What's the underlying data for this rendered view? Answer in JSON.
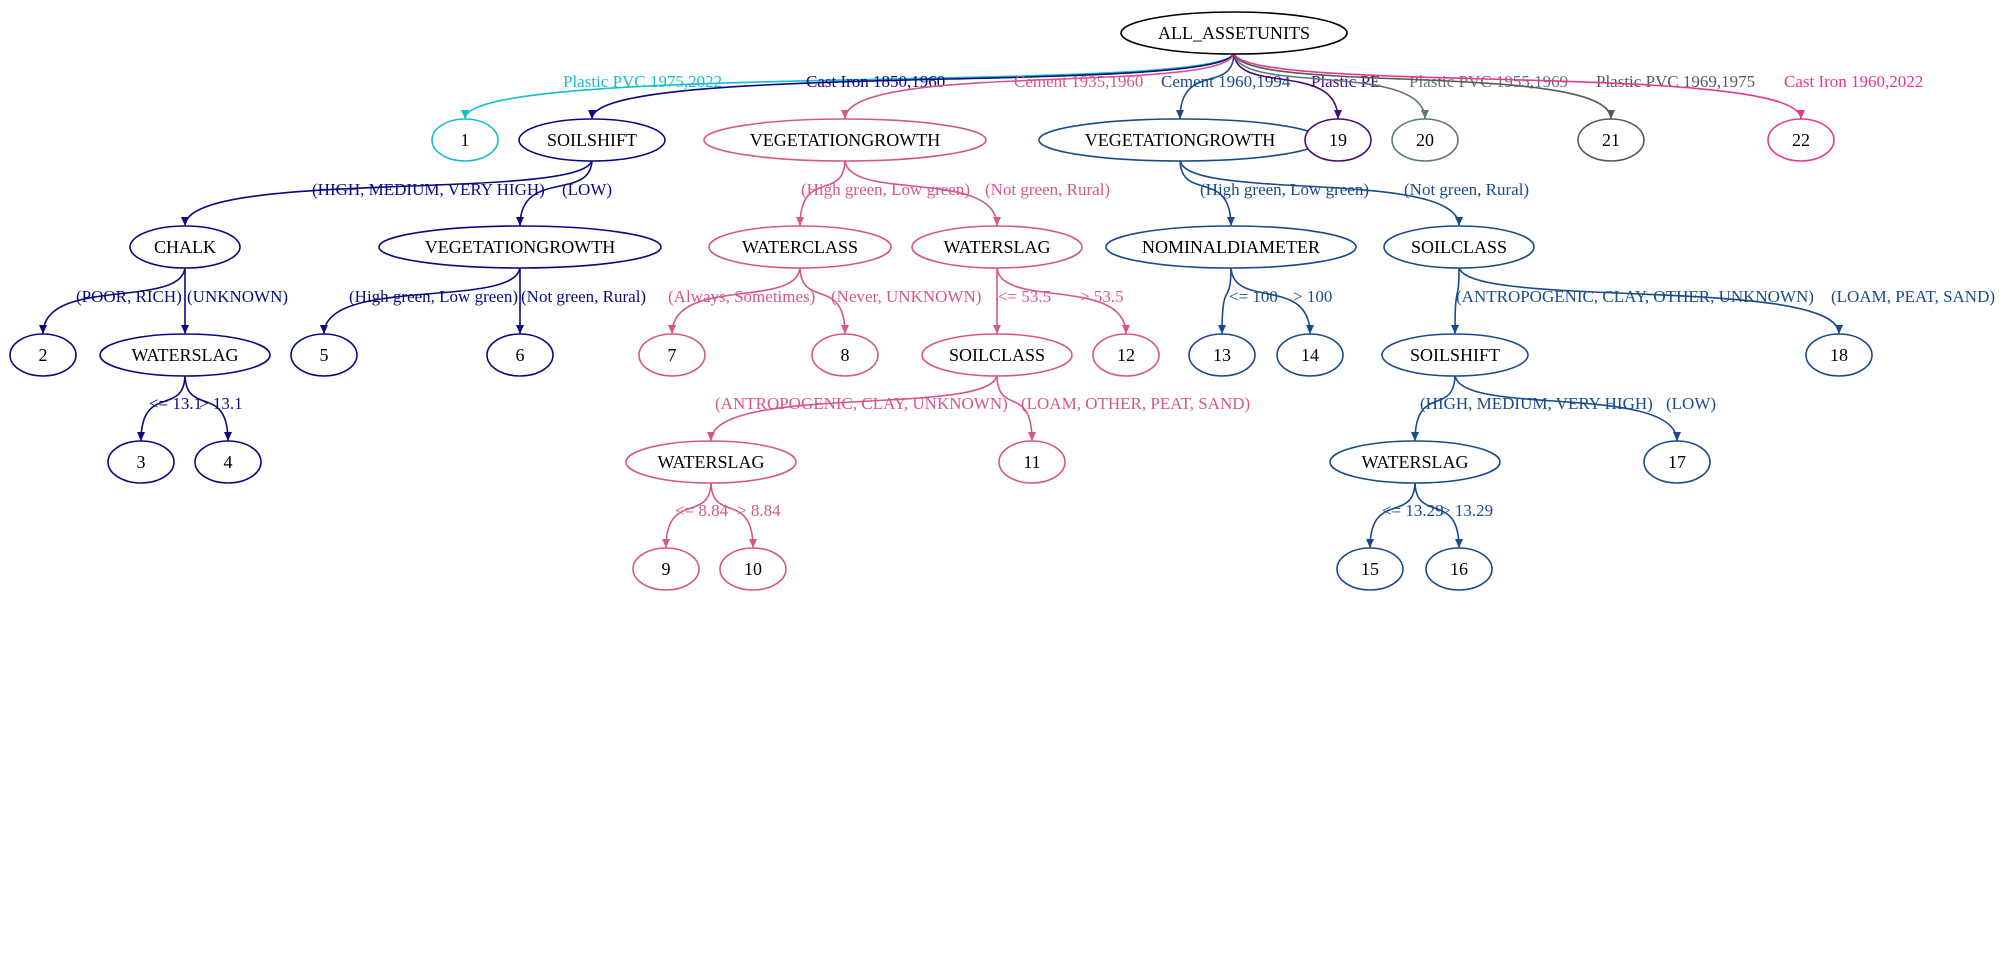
{
  "colors": {
    "cyan": "#17becf",
    "navy": "#0a0a80",
    "pink": "#d6568a",
    "steel": "#1a4a8a",
    "purple": "#4b0a7a",
    "slate": "#5e7680",
    "grey": "#595959",
    "magenta": "#e8388a",
    "node_text": "#000000"
  },
  "tree": {
    "nodes": [
      {
        "id": "root",
        "label": "ALL_ASSETUNITS",
        "color": "#000000"
      },
      {
        "id": "n1",
        "label": "1",
        "color": "#17becf"
      },
      {
        "id": "soilshift_a",
        "label": "SOILSHIFT",
        "color": "#0a0a80"
      },
      {
        "id": "veg_b",
        "label": "VEGETATIONGROWTH",
        "color": "#d6568a"
      },
      {
        "id": "veg_c",
        "label": "VEGETATIONGROWTH",
        "color": "#1a4a8a"
      },
      {
        "id": "n19",
        "label": "19",
        "color": "#4b0a7a"
      },
      {
        "id": "n20",
        "label": "20",
        "color": "#5e7680"
      },
      {
        "id": "n21",
        "label": "21",
        "color": "#595959"
      },
      {
        "id": "n22",
        "label": "22",
        "color": "#e8388a"
      },
      {
        "id": "chalk",
        "label": "CHALK",
        "color": "#0a0a80"
      },
      {
        "id": "veg_a2",
        "label": "VEGETATIONGROWTH",
        "color": "#0a0a80"
      },
      {
        "id": "n2",
        "label": "2",
        "color": "#0a0a80"
      },
      {
        "id": "waterslag_a",
        "label": "WATERSLAG",
        "color": "#0a0a80"
      },
      {
        "id": "n3",
        "label": "3",
        "color": "#0a0a80"
      },
      {
        "id": "n4",
        "label": "4",
        "color": "#0a0a80"
      },
      {
        "id": "n5",
        "label": "5",
        "color": "#0a0a80"
      },
      {
        "id": "n6",
        "label": "6",
        "color": "#0a0a80"
      },
      {
        "id": "waterclass_b",
        "label": "WATERCLASS",
        "color": "#d6568a"
      },
      {
        "id": "waterslag_b",
        "label": "WATERSLAG",
        "color": "#d6568a"
      },
      {
        "id": "n7",
        "label": "7",
        "color": "#d6568a"
      },
      {
        "id": "n8",
        "label": "8",
        "color": "#d6568a"
      },
      {
        "id": "soilclass_b",
        "label": "SOILCLASS",
        "color": "#d6568a"
      },
      {
        "id": "n12",
        "label": "12",
        "color": "#d6568a"
      },
      {
        "id": "waterslag_b2",
        "label": "WATERSLAG",
        "color": "#d6568a"
      },
      {
        "id": "n11",
        "label": "11",
        "color": "#d6568a"
      },
      {
        "id": "n9",
        "label": "9",
        "color": "#d6568a"
      },
      {
        "id": "n10",
        "label": "10",
        "color": "#d6568a"
      },
      {
        "id": "nomdiam_c",
        "label": "NOMINALDIAMETER",
        "color": "#1a4a8a"
      },
      {
        "id": "soilclass_c",
        "label": "SOILCLASS",
        "color": "#1a4a8a"
      },
      {
        "id": "n13",
        "label": "13",
        "color": "#1a4a8a"
      },
      {
        "id": "n14",
        "label": "14",
        "color": "#1a4a8a"
      },
      {
        "id": "soilshift_c",
        "label": "SOILSHIFT",
        "color": "#1a4a8a"
      },
      {
        "id": "n18",
        "label": "18",
        "color": "#1a4a8a"
      },
      {
        "id": "waterslag_c",
        "label": "WATERSLAG",
        "color": "#1a4a8a"
      },
      {
        "id": "n17",
        "label": "17",
        "color": "#1a4a8a"
      },
      {
        "id": "n15",
        "label": "15",
        "color": "#1a4a8a"
      },
      {
        "id": "n16",
        "label": "16",
        "color": "#1a4a8a"
      }
    ],
    "edges": [
      {
        "from": "root",
        "to": "n1",
        "label": "Plastic PVC 1975,2022",
        "color": "#17becf"
      },
      {
        "from": "root",
        "to": "soilshift_a",
        "label": "Cast Iron 1850,1960",
        "color": "#0a0a80"
      },
      {
        "from": "root",
        "to": "veg_b",
        "label": "Cement 1935,1960",
        "color": "#d6568a"
      },
      {
        "from": "root",
        "to": "veg_c",
        "label": "Cement 1960,1994",
        "color": "#1a4a8a"
      },
      {
        "from": "root",
        "to": "n19",
        "label": "Plastic PE",
        "color": "#4b0a7a"
      },
      {
        "from": "root",
        "to": "n20",
        "label": "Plastic PVC 1955,1969",
        "color": "#5e7680"
      },
      {
        "from": "root",
        "to": "n21",
        "label": "Plastic PVC 1969,1975",
        "color": "#595959"
      },
      {
        "from": "root",
        "to": "n22",
        "label": "Cast Iron 1960,2022",
        "color": "#e8388a"
      },
      {
        "from": "soilshift_a",
        "to": "chalk",
        "label": "(HIGH, MEDIUM, VERY HIGH)",
        "color": "#0a0a80"
      },
      {
        "from": "soilshift_a",
        "to": "veg_a2",
        "label": "(LOW)",
        "color": "#0a0a80"
      },
      {
        "from": "chalk",
        "to": "n2",
        "label": "(POOR, RICH)",
        "color": "#0a0a80"
      },
      {
        "from": "chalk",
        "to": "waterslag_a",
        "label": "(UNKNOWN)",
        "color": "#0a0a80"
      },
      {
        "from": "waterslag_a",
        "to": "n3",
        "label": "<= 13.1",
        "color": "#0a0a80"
      },
      {
        "from": "waterslag_a",
        "to": "n4",
        "label": "> 13.1",
        "color": "#0a0a80"
      },
      {
        "from": "veg_a2",
        "to": "n5",
        "label": "(High green, Low green)",
        "color": "#0a0a80"
      },
      {
        "from": "veg_a2",
        "to": "n6",
        "label": "(Not green, Rural)",
        "color": "#0a0a80"
      },
      {
        "from": "veg_b",
        "to": "waterclass_b",
        "label": "(High green, Low green)",
        "color": "#d6568a"
      },
      {
        "from": "veg_b",
        "to": "waterslag_b",
        "label": "(Not green, Rural)",
        "color": "#d6568a"
      },
      {
        "from": "waterclass_b",
        "to": "n7",
        "label": "(Always, Sometimes)",
        "color": "#d6568a"
      },
      {
        "from": "waterclass_b",
        "to": "n8",
        "label": "(Never, UNKNOWN)",
        "color": "#d6568a"
      },
      {
        "from": "waterslag_b",
        "to": "soilclass_b",
        "label": "<= 53.5",
        "color": "#d6568a"
      },
      {
        "from": "waterslag_b",
        "to": "n12",
        "label": "> 53.5",
        "color": "#d6568a"
      },
      {
        "from": "soilclass_b",
        "to": "waterslag_b2",
        "label": "(ANTROPOGENIC, CLAY, UNKNOWN)",
        "color": "#d6568a"
      },
      {
        "from": "soilclass_b",
        "to": "n11",
        "label": "(LOAM, OTHER, PEAT, SAND)",
        "color": "#d6568a"
      },
      {
        "from": "waterslag_b2",
        "to": "n9",
        "label": "<= 8.84",
        "color": "#d6568a"
      },
      {
        "from": "waterslag_b2",
        "to": "n10",
        "label": "> 8.84",
        "color": "#d6568a"
      },
      {
        "from": "veg_c",
        "to": "nomdiam_c",
        "label": "(High green, Low green)",
        "color": "#1a4a8a"
      },
      {
        "from": "veg_c",
        "to": "soilclass_c",
        "label": "(Not green, Rural)",
        "color": "#1a4a8a"
      },
      {
        "from": "nomdiam_c",
        "to": "n13",
        "label": "<= 100",
        "color": "#1a4a8a"
      },
      {
        "from": "nomdiam_c",
        "to": "n14",
        "label": "> 100",
        "color": "#1a4a8a"
      },
      {
        "from": "soilclass_c",
        "to": "soilshift_c",
        "label": "(ANTROPOGENIC, CLAY, OTHER, UNKNOWN)",
        "color": "#1a4a8a"
      },
      {
        "from": "soilclass_c",
        "to": "n18",
        "label": "(LOAM, PEAT, SAND)",
        "color": "#1a4a8a"
      },
      {
        "from": "soilshift_c",
        "to": "waterslag_c",
        "label": "(HIGH, MEDIUM, VERY HIGH)",
        "color": "#1a4a8a"
      },
      {
        "from": "soilshift_c",
        "to": "n17",
        "label": "(LOW)",
        "color": "#1a4a8a"
      },
      {
        "from": "waterslag_c",
        "to": "n15",
        "label": "<= 13.29",
        "color": "#1a4a8a"
      },
      {
        "from": "waterslag_c",
        "to": "n16",
        "label": "> 13.29",
        "color": "#1a4a8a"
      }
    ]
  }
}
